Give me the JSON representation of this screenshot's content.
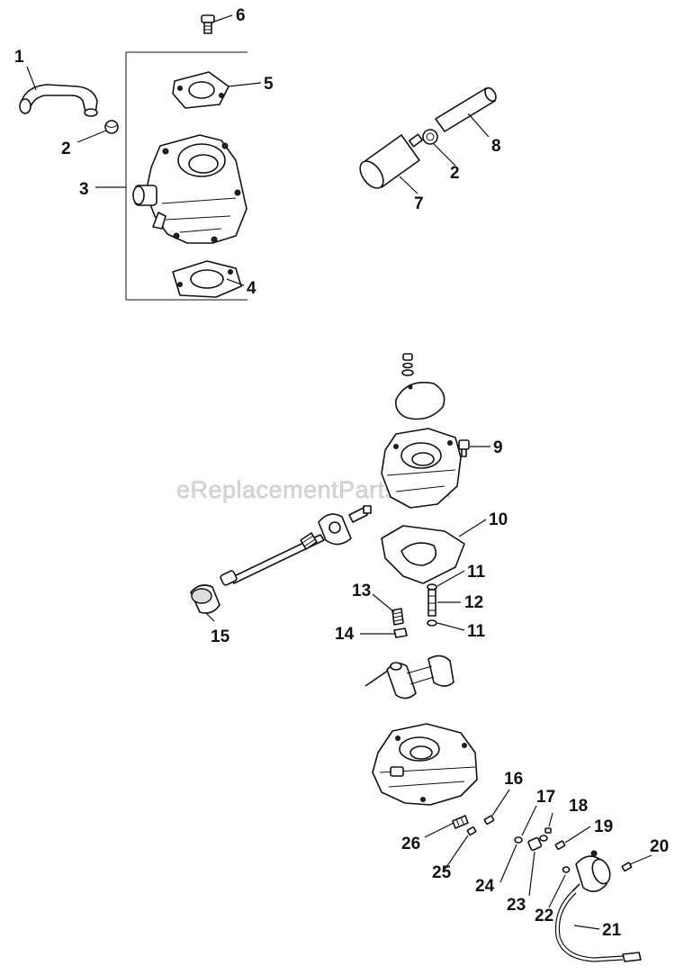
{
  "watermark": "eReplacementParts.com",
  "callouts": [
    {
      "id": "c1",
      "label": "1"
    },
    {
      "id": "c2a",
      "label": "2"
    },
    {
      "id": "c3",
      "label": "3"
    },
    {
      "id": "c4",
      "label": "4"
    },
    {
      "id": "c5",
      "label": "5"
    },
    {
      "id": "c6",
      "label": "6"
    },
    {
      "id": "c7",
      "label": "7"
    },
    {
      "id": "c2b",
      "label": "2"
    },
    {
      "id": "c8",
      "label": "8"
    },
    {
      "id": "c9",
      "label": "9"
    },
    {
      "id": "c10",
      "label": "10"
    },
    {
      "id": "c11a",
      "label": "11"
    },
    {
      "id": "c12",
      "label": "12"
    },
    {
      "id": "c11b",
      "label": "11"
    },
    {
      "id": "c13",
      "label": "13"
    },
    {
      "id": "c14",
      "label": "14"
    },
    {
      "id": "c15",
      "label": "15"
    },
    {
      "id": "c16",
      "label": "16"
    },
    {
      "id": "c17",
      "label": "17"
    },
    {
      "id": "c18",
      "label": "18"
    },
    {
      "id": "c19",
      "label": "19"
    },
    {
      "id": "c20",
      "label": "20"
    },
    {
      "id": "c21",
      "label": "21"
    },
    {
      "id": "c22",
      "label": "22"
    },
    {
      "id": "c23",
      "label": "23"
    },
    {
      "id": "c24",
      "label": "24"
    },
    {
      "id": "c25",
      "label": "25"
    },
    {
      "id": "c26",
      "label": "26"
    }
  ]
}
